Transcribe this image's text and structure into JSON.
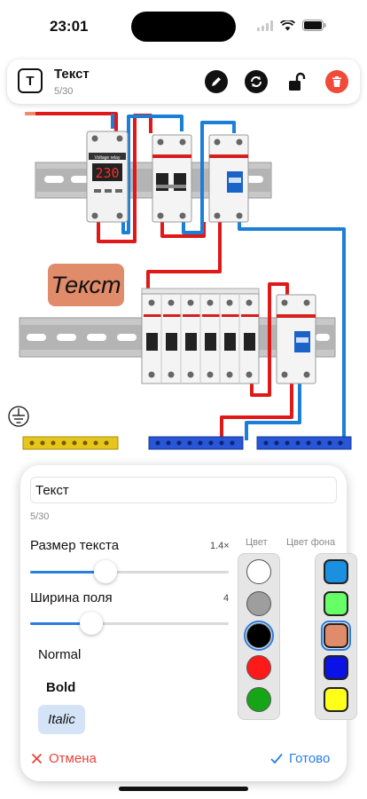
{
  "status": {
    "time": "23:01"
  },
  "toolbar": {
    "tool_icon_label": "T",
    "title": "Текст",
    "count": "5/30"
  },
  "diagram": {
    "device_label": "Voltage relay",
    "display_value": "230",
    "text_label": "Текст"
  },
  "sheet": {
    "text_value": "Текст",
    "count": "5/30",
    "text_size": {
      "label": "Размер текста",
      "value": "1.4×",
      "fraction": 0.38
    },
    "field_width": {
      "label": "Ширина поля",
      "value": "4",
      "fraction": 0.31
    },
    "styles": {
      "normal": "Normal",
      "bold": "Bold",
      "italic": "Italic"
    },
    "color_header": "Цвет",
    "bg_header": "Цвет фона",
    "colors": [
      "#ffffff",
      "#9e9e9e",
      "#000000",
      "#ff1a1a",
      "#16a516"
    ],
    "selected_color": "#000000",
    "bg_colors": [
      "#1b8fe0",
      "#66ff66",
      "#e08b6a",
      "#0a12e6",
      "#ffff1a"
    ],
    "selected_bg": "#e08b6a",
    "cancel_label": "Отмена",
    "done_label": "Готово"
  }
}
